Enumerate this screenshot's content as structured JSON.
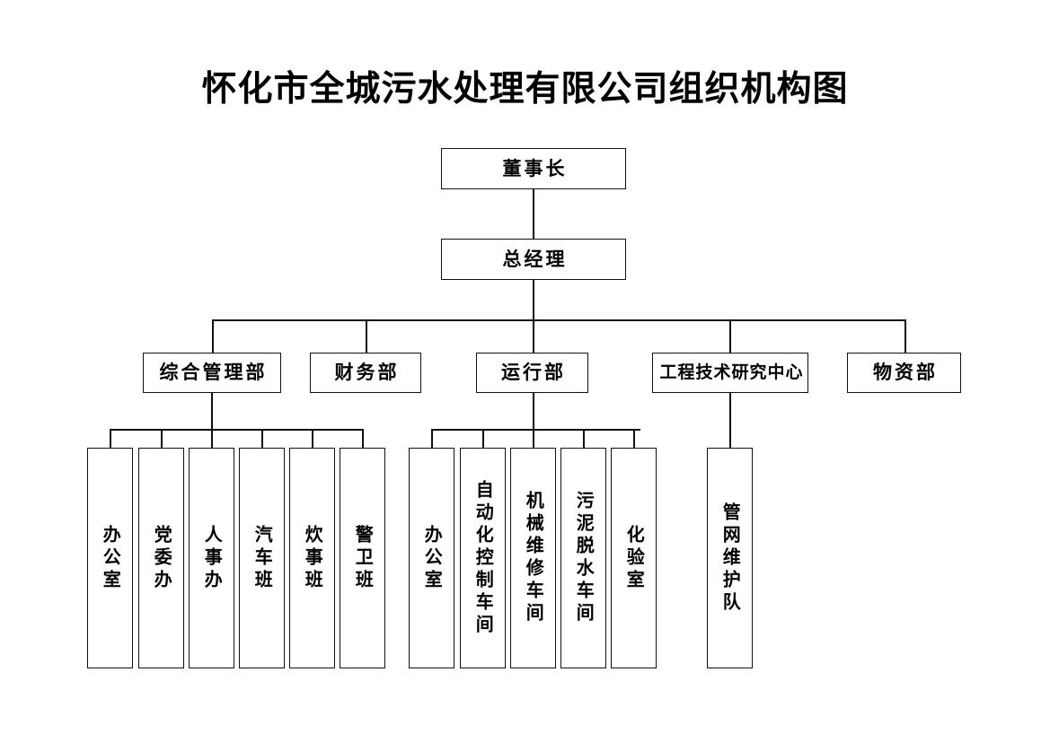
{
  "chart_data": {
    "type": "diagram",
    "diagram_kind": "organization-chart",
    "title": "怀化市全城污水处理有限公司组织机构图",
    "nodes": [
      {
        "id": "chairman",
        "label": "董事长",
        "level": 0,
        "orientation": "horizontal"
      },
      {
        "id": "general-manager",
        "label": "总经理",
        "level": 1,
        "orientation": "horizontal"
      },
      {
        "id": "dept-admin",
        "label": "综合管理部",
        "level": 2,
        "orientation": "horizontal"
      },
      {
        "id": "dept-finance",
        "label": "财务部",
        "level": 2,
        "orientation": "horizontal"
      },
      {
        "id": "dept-operations",
        "label": "运行部",
        "level": 2,
        "orientation": "horizontal"
      },
      {
        "id": "dept-engineering",
        "label": "工程技术研究中心",
        "level": 2,
        "orientation": "horizontal"
      },
      {
        "id": "dept-materials",
        "label": "物资部",
        "level": 2,
        "orientation": "horizontal"
      },
      {
        "id": "admin-office",
        "label": "办公室",
        "level": 3,
        "orientation": "vertical",
        "parent": "dept-admin"
      },
      {
        "id": "admin-party",
        "label": "党委办",
        "level": 3,
        "orientation": "vertical",
        "parent": "dept-admin"
      },
      {
        "id": "admin-hr",
        "label": "人事办",
        "level": 3,
        "orientation": "vertical",
        "parent": "dept-admin"
      },
      {
        "id": "admin-vehicle",
        "label": "汽车班",
        "level": 3,
        "orientation": "vertical",
        "parent": "dept-admin"
      },
      {
        "id": "admin-canteen",
        "label": "炊事班",
        "level": 3,
        "orientation": "vertical",
        "parent": "dept-admin"
      },
      {
        "id": "admin-guard",
        "label": "警卫班",
        "level": 3,
        "orientation": "vertical",
        "parent": "dept-admin"
      },
      {
        "id": "ops-office",
        "label": "办公室",
        "level": 3,
        "orientation": "vertical",
        "parent": "dept-operations"
      },
      {
        "id": "ops-automation",
        "label": "自动化控制车间",
        "level": 3,
        "orientation": "vertical",
        "parent": "dept-operations"
      },
      {
        "id": "ops-mechanical",
        "label": "机械维修车间",
        "level": 3,
        "orientation": "vertical",
        "parent": "dept-operations"
      },
      {
        "id": "ops-sludge",
        "label": "污泥脱水车间",
        "level": 3,
        "orientation": "vertical",
        "parent": "dept-operations"
      },
      {
        "id": "ops-lab",
        "label": "化验室",
        "level": 3,
        "orientation": "vertical",
        "parent": "dept-operations"
      },
      {
        "id": "eng-pipeline",
        "label": "管网维护队",
        "level": 3,
        "orientation": "vertical",
        "parent": "dept-engineering"
      }
    ],
    "edges": [
      {
        "from": "chairman",
        "to": "general-manager"
      },
      {
        "from": "general-manager",
        "to": "dept-admin"
      },
      {
        "from": "general-manager",
        "to": "dept-finance"
      },
      {
        "from": "general-manager",
        "to": "dept-operations"
      },
      {
        "from": "general-manager",
        "to": "dept-engineering"
      },
      {
        "from": "general-manager",
        "to": "dept-materials"
      },
      {
        "from": "dept-admin",
        "to": "admin-office"
      },
      {
        "from": "dept-admin",
        "to": "admin-party"
      },
      {
        "from": "dept-admin",
        "to": "admin-hr"
      },
      {
        "from": "dept-admin",
        "to": "admin-vehicle"
      },
      {
        "from": "dept-admin",
        "to": "admin-canteen"
      },
      {
        "from": "dept-admin",
        "to": "admin-guard"
      },
      {
        "from": "dept-operations",
        "to": "ops-office"
      },
      {
        "from": "dept-operations",
        "to": "ops-automation"
      },
      {
        "from": "dept-operations",
        "to": "ops-mechanical"
      },
      {
        "from": "dept-operations",
        "to": "ops-sludge"
      },
      {
        "from": "dept-operations",
        "to": "ops-lab"
      },
      {
        "from": "dept-engineering",
        "to": "eng-pipeline"
      }
    ],
    "colors": {
      "background": "#ffffff",
      "box_border": "#111111",
      "box_fill": "#ffffff",
      "line": "#111111",
      "text": "#000000"
    }
  },
  "title": {
    "text": "怀化市全城污水处理有限公司组织机构图"
  },
  "level0": {
    "chairman": "董事长"
  },
  "level1": {
    "general_manager": "总经理"
  },
  "departments": [
    {
      "label": "综合管理部"
    },
    {
      "label": "财务部"
    },
    {
      "label": "运行部"
    },
    {
      "label": "工程技术研究中心"
    },
    {
      "label": "物资部"
    }
  ],
  "admin_units": [
    {
      "label": "办公室"
    },
    {
      "label": "党委办"
    },
    {
      "label": "人事办"
    },
    {
      "label": "汽车班"
    },
    {
      "label": "炊事班"
    },
    {
      "label": "警卫班"
    }
  ],
  "operations_units": [
    {
      "label": "办公室"
    },
    {
      "label": "自动化控制车间"
    },
    {
      "label": "机械维修车间"
    },
    {
      "label": "污泥脱水车间"
    },
    {
      "label": "化验室"
    }
  ],
  "engineering_units": [
    {
      "label": "管网维护队"
    }
  ]
}
